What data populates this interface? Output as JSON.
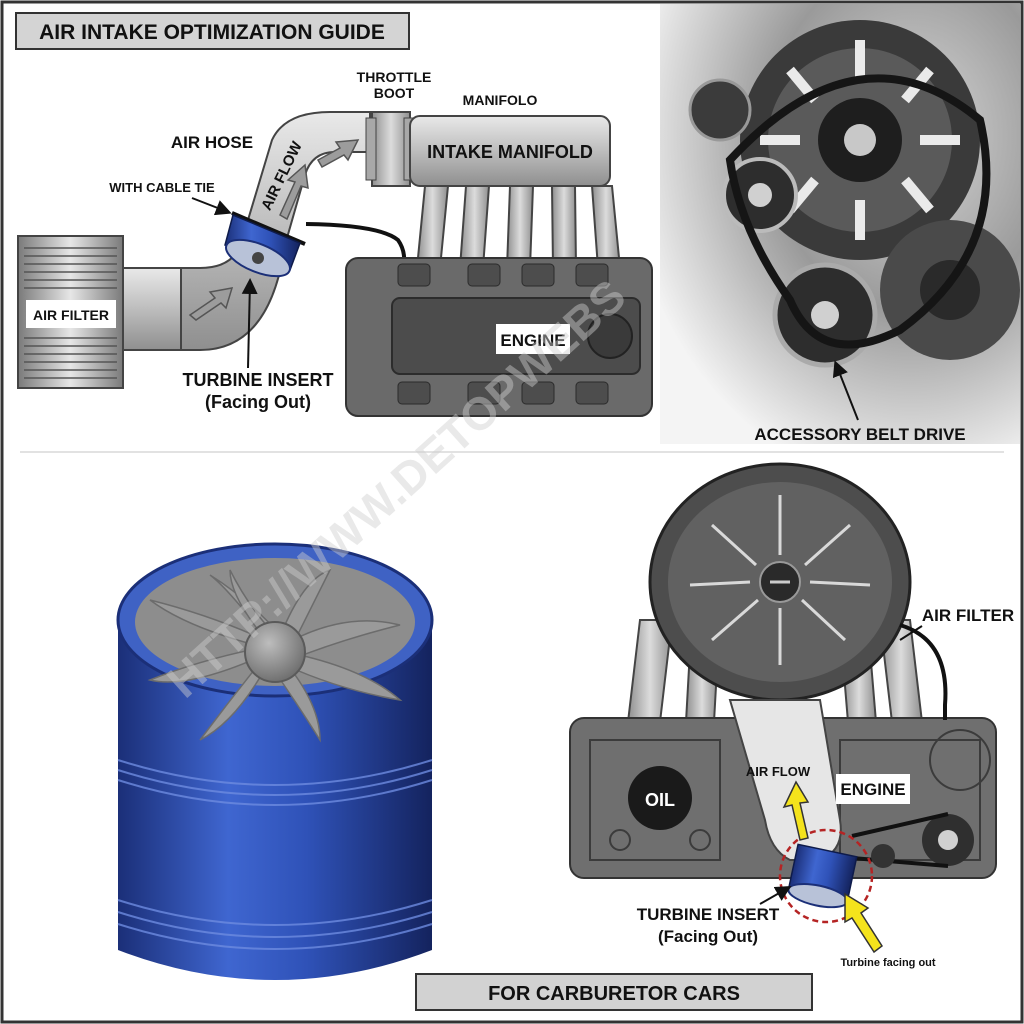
{
  "title": "AIR INTAKE OPTIMIZATION GUIDE",
  "top_diagram": {
    "throttle_boot_line1": "THROTTLE",
    "throttle_boot_line2": "BOOT",
    "manifolo": "MANIFOLO",
    "air_hose": "AIR HOSE",
    "air_flow": "AIR FLOW",
    "with_cable_tie": "WITH CABLE TIE",
    "intake_manifold": "INTAKE MANIFOLD",
    "air_filter": "AIR FILTER",
    "engine": "ENGINE",
    "turbine_insert": "TURBINE INSERT",
    "facing_out": "(Facing Out)",
    "accessory_belt_drive": "ACCESSORY BELT DRIVE"
  },
  "watermark": "HTTP://WWW.DETOPWEBS",
  "bottom_diagram": {
    "air_filter": "AIR FILTER",
    "oil": "OIL",
    "air_flow": "AIR FLOW",
    "engine": "ENGINE",
    "turbine_insert": "TURBINE INSERT",
    "facing_out": "(Facing Out)",
    "turbine_facing_out": "Turbine facing out"
  },
  "footer_banner": "FOR CARBURETOR CARS",
  "colors": {
    "turbine_blue": "#2b4fb3",
    "arrow_yellow": "#f4e31c",
    "engine_gray": "#5f5f5f",
    "pipe_gray": "#c9c9c9"
  }
}
